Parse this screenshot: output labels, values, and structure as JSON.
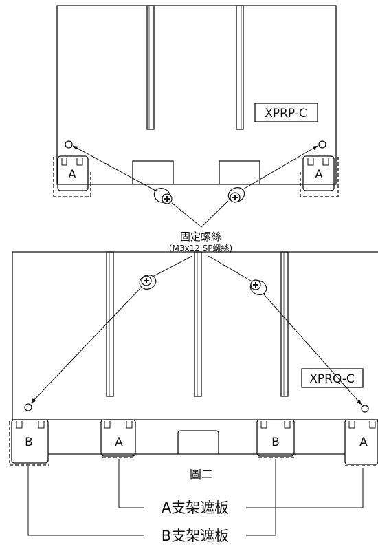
{
  "top_panel": {
    "model": "XPRP-C",
    "bracket_left": "A",
    "bracket_right": "A"
  },
  "screw_callout": {
    "line1": "固定螺絲",
    "line2": "(M3x12 SP螺絲)"
  },
  "bottom_panel": {
    "model": "XPRQ-C",
    "brackets": [
      "B",
      "A",
      "B",
      "A"
    ]
  },
  "figure_caption": "圖二",
  "legend": {
    "a_label": "A支架遮板",
    "b_label": "B支架遮板"
  },
  "colors": {
    "line": "#111111",
    "background": "#ffffff"
  }
}
